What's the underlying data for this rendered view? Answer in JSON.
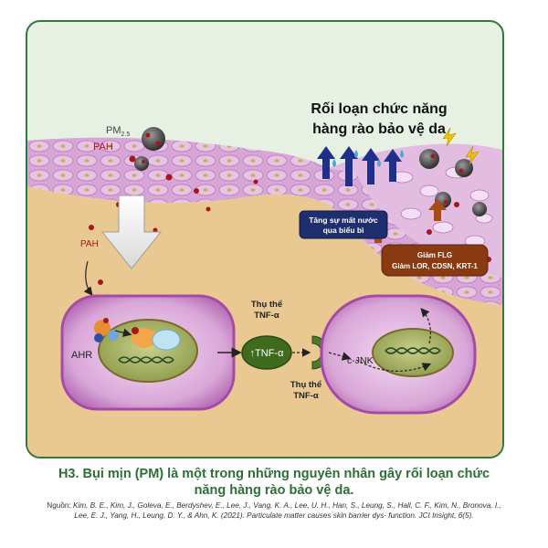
{
  "diagram": {
    "title_line1": "Rối loạn chức năng",
    "title_line2": "hàng rào bảo vệ da",
    "pm_label": "PM",
    "pm_sub": "2.5",
    "pah_top": "PAH",
    "pah_mid": "PAH",
    "ahr": "AHR",
    "receptor_upper_line1": "Thụ thể",
    "receptor_upper_line2": "TNF-α",
    "tnf_label": "↑TNF-α",
    "receptor_lower_line1": "Thụ thể",
    "receptor_lower_line2": "TNF-α",
    "cjnk": "c-JNK",
    "water_loss_line1": "Tăng sự mất nước",
    "water_loss_line2": "qua biểu bì",
    "flg_line1": "Giảm FLG",
    "flg_line2": "Giảm LOR, CDSN, KRT-1",
    "colors": {
      "frame": "#2f7a3c",
      "dermis": "#e9c991",
      "epidermis": "#d7a6d6",
      "cell_membrane": "#a54aa6",
      "tnf_green": "#3e6b1e",
      "water_box": "#1f2f6e",
      "flg_box": "#8a3a12"
    }
  },
  "caption": {
    "line1": "H3. Bụi mịn (PM) là một trong những nguyên nhân gây rối loạn chức",
    "line2": "năng hàng rào bảo vệ da."
  },
  "source": {
    "label": "Nguồn:",
    "text": "Kim, B. E., Kim, J., Goleva, E., Berdyshev, E., Lee, J., Vang, K. A., Lee, U. H., Han, S., Leung, S., Hall, C. F., Kim, N., Bronova, I., Lee, E. J., Yang, H., Leung, D. Y., & Ahn, K. (2021). Particulate matter causes skin barrier dys- function. JCI Insight, 6(5)."
  }
}
